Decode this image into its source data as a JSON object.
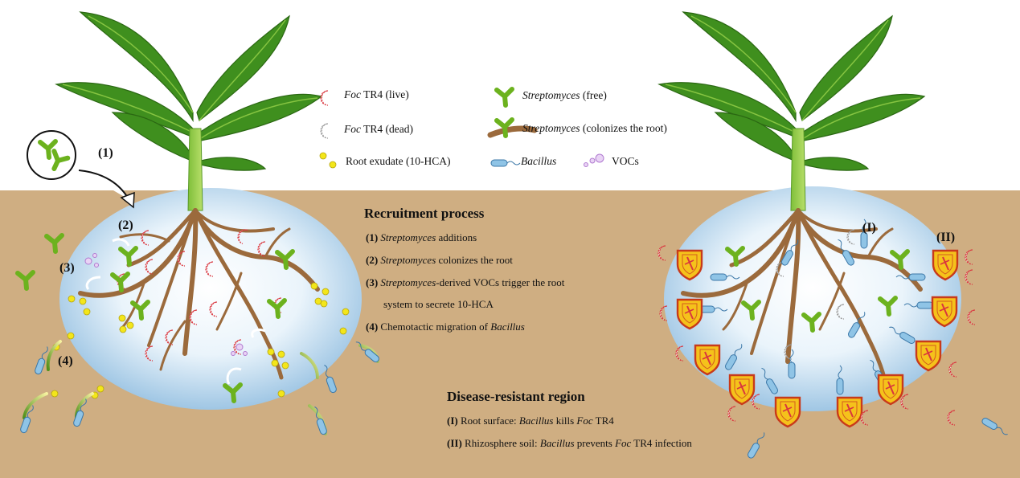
{
  "legend": {
    "foc_live": {
      "italic": "Foc",
      "rest": " TR4 (live)"
    },
    "foc_dead": {
      "italic": "Foc",
      "rest": " TR4 (dead)"
    },
    "exudate": "Root exudate (10-HCA)",
    "strep_free": {
      "italic": "Streptomyces",
      "rest": " (free)"
    },
    "strep_root": {
      "italic": "Streptomyces",
      "rest": " (colonizes the root)"
    },
    "bacillus": "Bacillus",
    "vocs": "VOCs"
  },
  "recruitment": {
    "title": "Recruitment process",
    "steps": [
      {
        "num": "(1)",
        "italic": "Streptomyces",
        "rest": " additions"
      },
      {
        "num": "(2)",
        "italic": "Streptomyces",
        "rest": " colonizes the root"
      },
      {
        "num": "(3)",
        "italic": "Streptomyces",
        "rest": "-derived VOCs trigger the root"
      },
      {
        "num": "",
        "italic": "",
        "rest": "system to secrete 10-HCA"
      },
      {
        "num": "(4)",
        "pre": "Chemotactic migration of ",
        "italic": "Bacillus"
      }
    ]
  },
  "resistant": {
    "title": "Disease-resistant region",
    "items": [
      {
        "num": "(I)",
        "pre": "Root surface: ",
        "italic": "Bacillus",
        "mid": " kills ",
        "italic2": "Foc",
        "rest": " TR4"
      },
      {
        "num": "(II)",
        "pre": "Rhizosphere soil: ",
        "italic": "Bacillus",
        "mid": " prevents ",
        "italic2": "Foc",
        "rest": " TR4 infection"
      }
    ]
  },
  "markers": {
    "m1": "(1)",
    "m2": "(2)",
    "m3": "(3)",
    "m4": "(4)",
    "mI": "(I)",
    "mII": "(II)"
  },
  "colors": {
    "soil": "#cfae82",
    "leaf": "#3f8f1e",
    "root": "#9b6a3c",
    "strep": "#6cb21e",
    "bacillus": "#8fc4e6",
    "exudate": "#f3e61a",
    "foc": "#d9363e",
    "shield": "#f5c21b"
  }
}
